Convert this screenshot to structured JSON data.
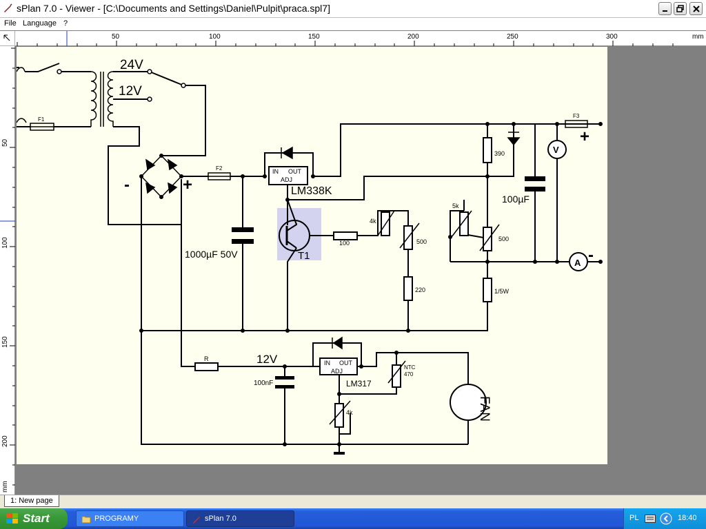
{
  "window": {
    "title": "sPlan 7.0 - Viewer - [C:\\Documents and Settings\\Daniel\\Pulpit\\praca.spl7]",
    "buttons": {
      "minimize": "_",
      "maximize": "□",
      "close": "×"
    }
  },
  "menu": {
    "items": [
      "File",
      "Language",
      "?"
    ]
  },
  "ruler": {
    "unit": "mm",
    "top_labels": [
      "50",
      "100",
      "150",
      "200",
      "250",
      "300"
    ],
    "left_labels": [
      "50",
      "100",
      "150",
      "200"
    ]
  },
  "schematic": {
    "labels": {
      "v24": "24V",
      "v12_transformer": "12V",
      "fuse1": "F1",
      "fuse2": "F2",
      "fuse3": "F3",
      "minus": "-",
      "plus": "+",
      "reg1_in": "IN",
      "reg1_out": "OUT",
      "reg1_adj": "ADJ",
      "reg1_name": "LM338K",
      "cap_big": "1000µF 50V",
      "transistor": "T1",
      "r100": "100",
      "pot4k": "4k",
      "pot500a": "500",
      "r220": "220",
      "pot5k": "5k",
      "pot500b": "500",
      "r390": "390",
      "cap100u": "100µF",
      "r15w": "1/5W",
      "voltmeter": "V",
      "ammeter": "A",
      "out_plus": "+",
      "out_minus": "-",
      "rR": "R",
      "v12_reg": "12V",
      "cap100n": "100nF",
      "reg2_in": "IN",
      "reg2_out": "OUT",
      "reg2_adj": "ADJ",
      "reg2_name": "LM317",
      "ntc": "NTC",
      "ntc_val": "470",
      "pot4k_b": "4k",
      "fan": "FAN"
    }
  },
  "page_tab": {
    "label": "1: New page"
  },
  "taskbar": {
    "start": "Start",
    "tasks": [
      "PROGRAMY",
      "sPlan 7.0"
    ],
    "tray": {
      "lang": "PL",
      "time": "18:40"
    }
  }
}
